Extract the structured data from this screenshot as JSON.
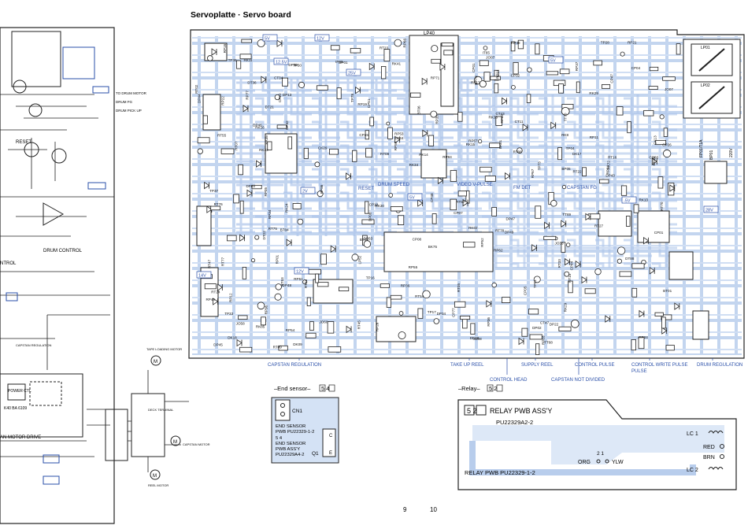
{
  "page_title": "Servoplatte · Servo board",
  "left_panel": {
    "labels": [
      "RESET",
      "DRUM CONTROL",
      "NTROL",
      "CAPSTAN REGULATION",
      "AN MOTOR DRIVE",
      "POWER CTL",
      "K40 BA 6109",
      "TO DRUM MOTOR",
      "DRUM FG",
      "DRUM PICK UP"
    ]
  },
  "right_strip": {
    "labels": [
      "TAPE LOADING MOTOR",
      "DECK TERMINAL",
      "CAPSTAN MOTOR",
      "REEL MOTOR"
    ]
  },
  "board": {
    "connectors": [
      "LP40",
      "LP01",
      "LP02",
      "BP01",
      "FP01/T1A",
      "220V"
    ],
    "part_labels": [
      "RP77",
      "CP47",
      "RP51",
      "CP48",
      "DP48",
      "RP48",
      "DP08",
      "DP02",
      "DP03",
      "CP01",
      "TP01",
      "BP05",
      "CP77",
      "CP08",
      "CP04",
      "DP63",
      "RP01",
      "CP44",
      "RP91",
      "DP46",
      "DP49",
      "DP47",
      "CP07",
      "RP03",
      "RP02",
      "CP05",
      "DP01",
      "RP04",
      "RP11",
      "RP73",
      "RP57",
      "DP42",
      "DP43",
      "DP44",
      "DP45",
      "CP51",
      "RP53",
      "RP52",
      "LP52",
      "TP33",
      "RP34",
      "RP22",
      "CP22",
      "RP24",
      "DP22",
      "TP37",
      "DP38",
      "CP32",
      "TP28",
      "DP13",
      "RP16",
      "RP21",
      "RP05",
      "RP54",
      "RP55",
      "CP45",
      "IP66",
      "RP67",
      "RP44",
      "RP62",
      "CP66",
      "RP56",
      "RP66",
      "RP36",
      "RP37",
      "CP26",
      "RP26",
      "LP34",
      "DP34",
      "TP36",
      "RP35",
      "JO60",
      "TP73",
      "TP78",
      "BK75",
      "RK38",
      "RK33",
      "RK34",
      "BT01",
      "RT09",
      "RT08",
      "RT07",
      "RT06",
      "RT05",
      "CT04",
      "DT88",
      "DK09",
      "RK14",
      "RK16",
      "RK17",
      "CK29",
      "RK15",
      "RK13",
      "RK8",
      "RP71",
      "RP84",
      "RP86",
      "RP96",
      "JO08",
      "JO07",
      "RK29",
      "RK30",
      "RK24",
      "BK01",
      "RK35",
      "RK85",
      "RT70",
      "RT75",
      "RT76",
      "RT77",
      "RT78",
      "BT04",
      "DT36",
      "RT27",
      "RT22",
      "RT23",
      "RT24",
      "DT21",
      "DT22",
      "RT56",
      "BT06",
      "CT43",
      "RT45",
      "RT47",
      "RK11",
      "CK13",
      "DK18",
      "DK17",
      "DK19",
      "RK25",
      "BK06",
      "RK41",
      "RK02",
      "RK72",
      "CT47",
      "RT57",
      "JO33",
      "RT33",
      "RT02",
      "RT16",
      "RT14",
      "RT53",
      "RT54",
      "RT55",
      "BT05",
      "TT70",
      "TT69",
      "TT68",
      "JO58",
      "RT63",
      "IT65",
      "JO07",
      "CT11",
      "TP50",
      "RP36",
      "RP19",
      "TP04",
      "TP16",
      "TP17",
      "CP01",
      "RP12",
      "CP10"
    ],
    "annotations": [
      "RESET",
      "DRUM SPEED",
      "VIDEO V-PULSE",
      "FM DET",
      "CAPSTAN FG"
    ],
    "bottom_labels": [
      "CAPSTAN REGULATION",
      "TAKE UP REEL",
      "SUPPLY REEL",
      "CONTROL PULSE",
      "CONTROL WRITE PULSE",
      "DRUM REGULATION",
      "CONTROL HEAD",
      "CAPSTAN NOT DIVIDED"
    ],
    "voltages": [
      "5V",
      "12V",
      "12.5V",
      "25V",
      "5V",
      "2V",
      "14V",
      "12V",
      "5V",
      "-5V",
      "28V"
    ]
  },
  "end_sensor": {
    "title": "–End sensor–",
    "ref": "5 4",
    "connector": "CN1",
    "line1": "END SENSOR",
    "line2": "PWB PU22329-1-2",
    "line3": "5 4",
    "line4": "END SENSOR",
    "line5": "PWB ASS'Y",
    "line6": "PU22329A4-2",
    "q_label": "Q1",
    "pin_c": "C",
    "pin_e": "E"
  },
  "relay": {
    "title": "–Relay–",
    "ref": "5 2",
    "board_ref": "5 2",
    "board_name": "RELAY PWB ASS'Y",
    "board_part": "PU22329A2-2",
    "pwb": "RELAY PWB PU22329-1-2",
    "lc1": "LC 1",
    "lc2": "LC 2",
    "red": "RED",
    "brn": "BRN",
    "org": "ORG",
    "ylw": "YLW",
    "pin_nums": "2 1"
  },
  "page_numbers": [
    "9",
    "10"
  ]
}
